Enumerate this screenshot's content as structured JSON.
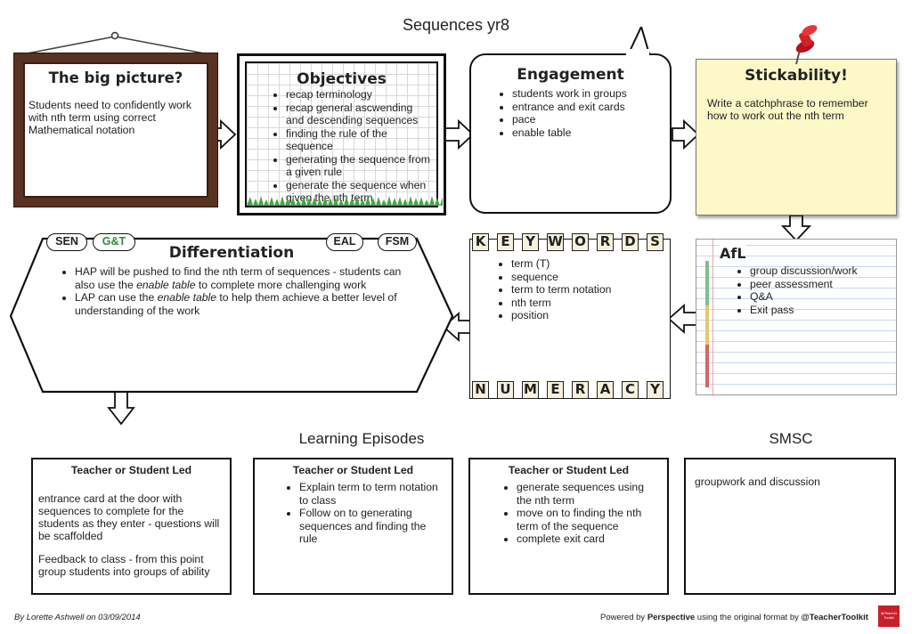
{
  "page_title": "Sequences yr8",
  "big_picture": {
    "title": "The big picture?",
    "text": "Students need to confidently work with nth term using correct Mathematical notation"
  },
  "objectives": {
    "title": "Objectives",
    "items": [
      "recap terminology",
      "recap general ascwending and descending sequences",
      "finding the rule of the sequence",
      "generating the sequence from a given rule",
      "generate the sequence when given the nth term"
    ]
  },
  "engagement": {
    "title": "Engagement",
    "items": [
      "students work in groups",
      "entrance and exit cards",
      "pace",
      "enable table"
    ]
  },
  "stickability": {
    "title": "Stickability!",
    "text": "Write a catchphrase to remember how to work out the nth term"
  },
  "differentiation": {
    "title": "Differentiation",
    "badges": [
      "SEN",
      "G&T",
      "EAL",
      "FSM"
    ],
    "item1_pre": "HAP will be pushed to find the nth term of sequences - students can also use the ",
    "item1_em": "enable table",
    "item1_post": " to complete more challenging work",
    "item2_pre": "LAP can use the ",
    "item2_em": "enable table",
    "item2_post": " to help them achieve a better level of understanding of the work"
  },
  "keywords": {
    "top_letters": [
      "K",
      "E",
      "Y",
      "W",
      "O",
      "R",
      "D",
      "S"
    ],
    "bottom_letters": [
      "N",
      "U",
      "M",
      "E",
      "R",
      "A",
      "C",
      "Y"
    ],
    "items": [
      "term (T)",
      "sequence",
      "term to term notation",
      "nth term",
      "position"
    ]
  },
  "afl": {
    "title": "AfL",
    "items": [
      "group discussion/work",
      "peer assessment",
      "Q&A",
      "Exit pass"
    ]
  },
  "learning_episodes": {
    "heading": "Learning Episodes",
    "episode1": {
      "head": "Teacher or Student Led",
      "p1": "entrance card at the door with sequences to complete for the students as they enter - questions will be scaffolded",
      "p2": "Feedback to class - from this point group students into groups of ability"
    },
    "episode2": {
      "head": "Teacher or Student Led",
      "items": [
        "Explain term to term notation to class",
        "Follow on to generating sequences and finding the rule"
      ]
    },
    "episode3": {
      "head": "Teacher or Student Led",
      "items": [
        "generate sequences using the nth term",
        "move on to finding the nth term of the sequence",
        "complete exit card"
      ]
    }
  },
  "smsc": {
    "heading": "SMSC",
    "text": "groupwork and discussion"
  },
  "footer": {
    "author": "By Lorette Ashwell on 03/09/2014",
    "powered_pre": "Powered by ",
    "powered_brand": "Perspective",
    "powered_mid": " using the original format by ",
    "powered_handle": "@TeacherToolkit",
    "logo_text": "@Teacher Toolkit"
  },
  "colors": {
    "frame_brown": "#5a3222",
    "sticky_yellow": "#fcf8c8",
    "pin_red": "#d3202a",
    "afl_green": "#7cc08a",
    "afl_yellow": "#e4c86a",
    "afl_red": "#d86464"
  }
}
